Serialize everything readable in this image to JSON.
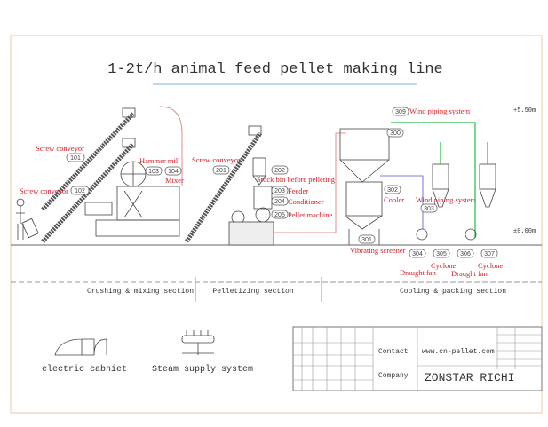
{
  "title": "1-2t/h animal feed pellet making line",
  "equipment": [
    {
      "label": "Screw conveyor",
      "code": "101"
    },
    {
      "label": "Screw conveyor",
      "code": "102"
    },
    {
      "label": "Hammer mill",
      "code": "103"
    },
    {
      "label": "Mixer",
      "code": "104"
    },
    {
      "label": "Screw conveyor",
      "code": "201"
    },
    {
      "label": "Stock bin before pelleting",
      "code": "202"
    },
    {
      "label": "Feeder",
      "code": "203"
    },
    {
      "label": "Conditioner",
      "code": "204"
    },
    {
      "label": "Pellet machine",
      "code": "205"
    },
    {
      "label": "Wind piping system",
      "code": "309"
    },
    {
      "label": "Cooler",
      "code": "302"
    },
    {
      "label": "Wind piping system",
      "code": "303"
    },
    {
      "label": "Vibrating screener",
      "code": "301"
    },
    {
      "label": "Draught fan",
      "code": "304"
    },
    {
      "label": "Cyclone",
      "code": "305"
    },
    {
      "label": "Draught fan",
      "code": "306"
    },
    {
      "label": "Cyclone",
      "code": "307"
    }
  ],
  "bin_code": "300",
  "elevations": {
    "top": "+5.50m",
    "ground": "±0.00m"
  },
  "sections": [
    "Crushing & mixing section",
    "Pelletizing section",
    "Cooling & packing section"
  ],
  "legend": {
    "cabinet": "electric cabniet",
    "steam": "Steam supply system"
  },
  "title_block": {
    "contact_label": "Contact",
    "contact_value": "www.cn-pellet.com",
    "company_label": "Company",
    "company_value": "ZONSTAR RICHI"
  },
  "colors": {
    "label": "#d0202a",
    "wind_pipe": "#22bb44",
    "air_pipe": "#5555cc",
    "material_line": "#e07070"
  }
}
